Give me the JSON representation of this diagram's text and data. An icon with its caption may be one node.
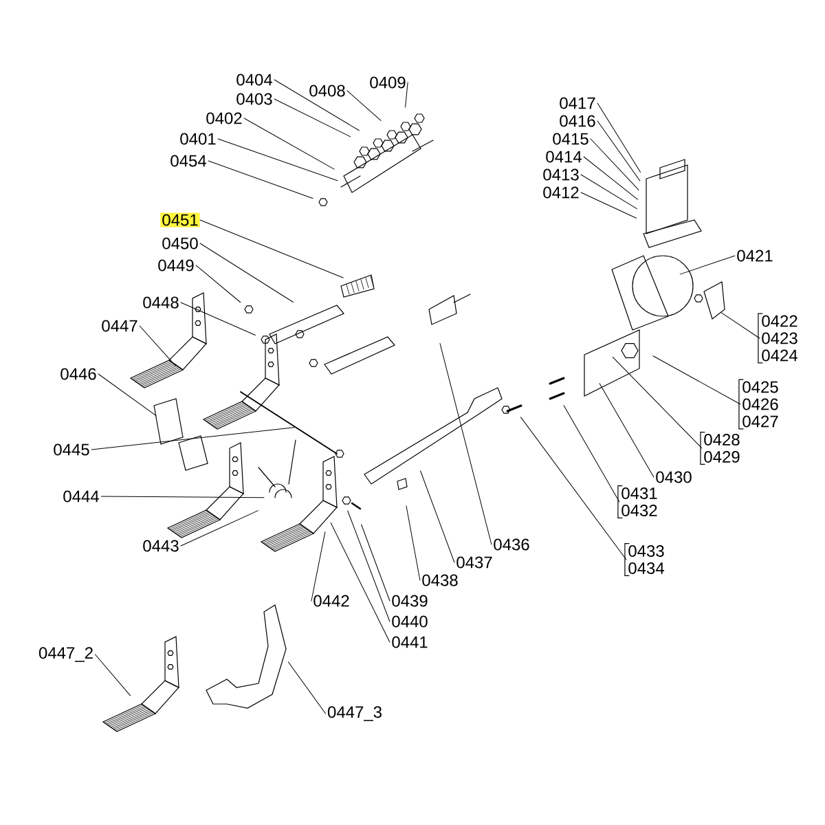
{
  "diagram": {
    "nodes": [
      {
        "text": [
          "0404"
        ]
      },
      {
        "text": [
          "0403"
        ]
      },
      {
        "text": [
          "0408"
        ]
      },
      {
        "text": [
          "0409"
        ]
      },
      {
        "text": [
          "0402"
        ]
      },
      {
        "text": [
          "0401"
        ]
      },
      {
        "text": [
          "0454"
        ]
      },
      {
        "text": [
          "0417"
        ]
      },
      {
        "text": [
          "0416"
        ]
      },
      {
        "text": [
          "0415"
        ]
      },
      {
        "text": [
          "0414"
        ]
      },
      {
        "text": [
          "0413"
        ]
      },
      {
        "text": [
          "0412"
        ]
      },
      {
        "text": [
          "0451"
        ]
      },
      {
        "text": [
          "0450"
        ]
      },
      {
        "text": [
          "0449"
        ]
      },
      {
        "text": [
          "0421"
        ]
      },
      {
        "text": [
          "0448"
        ]
      },
      {
        "text": [
          "0447"
        ]
      },
      {
        "text": [
          "0422",
          "0423",
          "0424"
        ]
      },
      {
        "text": [
          "0446"
        ]
      },
      {
        "text": [
          "0425",
          "0426",
          "0427"
        ]
      },
      {
        "text": [
          "0428",
          "0429"
        ]
      },
      {
        "text": [
          "0445"
        ]
      },
      {
        "text": [
          "0430"
        ]
      },
      {
        "text": [
          "0444"
        ]
      },
      {
        "text": [
          "0431",
          "0432"
        ]
      },
      {
        "text": [
          "0433",
          "0434"
        ]
      },
      {
        "text": [
          "0443"
        ]
      },
      {
        "text": [
          "0436"
        ]
      },
      {
        "text": [
          "0437"
        ]
      },
      {
        "text": [
          "0438"
        ]
      },
      {
        "text": [
          "0442"
        ]
      },
      {
        "text": [
          "0439"
        ]
      },
      {
        "text": [
          "0440"
        ]
      },
      {
        "text": [
          "0441"
        ]
      },
      {
        "text": [
          "0447_2"
        ]
      },
      {
        "text": [
          "0447_3"
        ]
      }
    ],
    "edges": [
      {
        "from": 0,
        "to": null,
        "arrow": "none"
      },
      {
        "from": 1,
        "to": null,
        "arrow": "none"
      },
      {
        "from": 2,
        "to": null,
        "arrow": "none"
      },
      {
        "from": 3,
        "to": null,
        "arrow": "none"
      },
      {
        "from": 4,
        "to": null,
        "arrow": "none"
      },
      {
        "from": 5,
        "to": null,
        "arrow": "none"
      },
      {
        "from": 6,
        "to": null,
        "arrow": "none"
      },
      {
        "from": 7,
        "to": null,
        "arrow": "none"
      },
      {
        "from": 8,
        "to": null,
        "arrow": "none"
      },
      {
        "from": 9,
        "to": null,
        "arrow": "none"
      },
      {
        "from": 10,
        "to": null,
        "arrow": "none"
      },
      {
        "from": 11,
        "to": null,
        "arrow": "none"
      },
      {
        "from": 12,
        "to": null,
        "arrow": "none"
      },
      {
        "from": 13,
        "to": null,
        "arrow": "none"
      },
      {
        "from": 14,
        "to": null,
        "arrow": "none"
      },
      {
        "from": 15,
        "to": null,
        "arrow": "none"
      },
      {
        "from": 16,
        "to": null,
        "arrow": "none"
      },
      {
        "from": 17,
        "to": null,
        "arrow": "none"
      },
      {
        "from": 18,
        "to": null,
        "arrow": "none"
      },
      {
        "from": 19,
        "to": null,
        "arrow": "none"
      },
      {
        "from": 20,
        "to": null,
        "arrow": "none"
      },
      {
        "from": 21,
        "to": null,
        "arrow": "none"
      },
      {
        "from": 22,
        "to": null,
        "arrow": "none"
      },
      {
        "from": 23,
        "to": null,
        "arrow": "none"
      },
      {
        "from": 24,
        "to": null,
        "arrow": "none"
      },
      {
        "from": 25,
        "to": null,
        "arrow": "none"
      },
      {
        "from": 26,
        "to": null,
        "arrow": "none"
      },
      {
        "from": 27,
        "to": null,
        "arrow": "none"
      },
      {
        "from": 28,
        "to": null,
        "arrow": "none"
      },
      {
        "from": 29,
        "to": null,
        "arrow": "none"
      },
      {
        "from": 30,
        "to": null,
        "arrow": "none"
      },
      {
        "from": 31,
        "to": null,
        "arrow": "none"
      },
      {
        "from": 32,
        "to": null,
        "arrow": "none"
      },
      {
        "from": 33,
        "to": null,
        "arrow": "none"
      },
      {
        "from": 34,
        "to": null,
        "arrow": "none"
      },
      {
        "from": 35,
        "to": null,
        "arrow": "none"
      },
      {
        "from": 36,
        "to": null,
        "arrow": "none"
      },
      {
        "from": 37,
        "to": null,
        "arrow": "none"
      }
    ]
  }
}
